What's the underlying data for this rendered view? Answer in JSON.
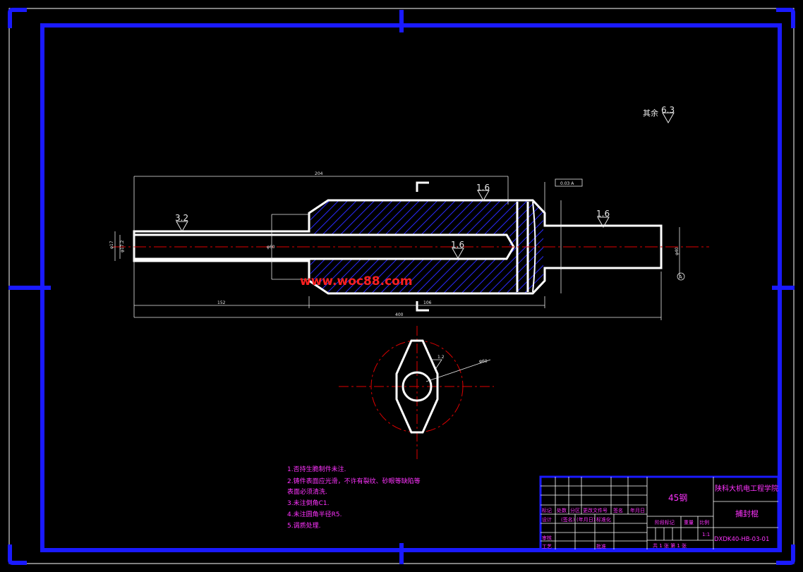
{
  "colors": {
    "background": "#000000",
    "frame": "#1a1aff",
    "outline": "#ffffff",
    "centerline": "#e00000",
    "hatch": "#2a2aff",
    "text_magenta": "#ff33ff",
    "text_cyan": "#66ccff",
    "watermark": "#ff2020",
    "dimension": "#e8e8e8"
  },
  "surface_finish": {
    "other_label": "其余",
    "other_value": "6.3",
    "left_shank": "3.2",
    "body_top": "1.6",
    "bore": "1.6",
    "right_stem": "1.6"
  },
  "dimensions": {
    "overall": "400",
    "body_length": "204",
    "shank_length": "152",
    "body_mid": "106",
    "head_dia": "φ60",
    "small_dia_a": "φ17",
    "small_dia_b": "φ17.2",
    "right_dia": "φ40",
    "tol_frame": "0.03 A",
    "datum": "A",
    "section_dia": "φ60",
    "section_angle": "1.2"
  },
  "watermark": "www.woc88.com",
  "notes": [
    "1.否持生脆制件未注.",
    "2.铸件表面应光滑，不许有裂纹、砂眼等缺陷等",
    "  表面必须清洗.",
    "3.未注倒角C1.",
    "4.未注圆角半径R5.",
    "5.调质处理."
  ],
  "title_block": {
    "material": "45钢",
    "school": "陕科大机电工程学院",
    "part_name": "捕封棍",
    "drawing_no": "DXDK40-HB-03-01",
    "header_cells": [
      "标记",
      "处数",
      "分区",
      "更改文件号",
      "签名",
      "年月日"
    ],
    "row_design": [
      "设计",
      "(签名)",
      "(年月日)",
      "标准化"
    ],
    "row_audit": "审核",
    "row_process": "工艺",
    "approve": "批准",
    "stage_mark": "阶段标记",
    "weight": "重量",
    "scale": "比例",
    "scale_value": "1:1",
    "sheets": "共 1 张  第 1 张"
  }
}
